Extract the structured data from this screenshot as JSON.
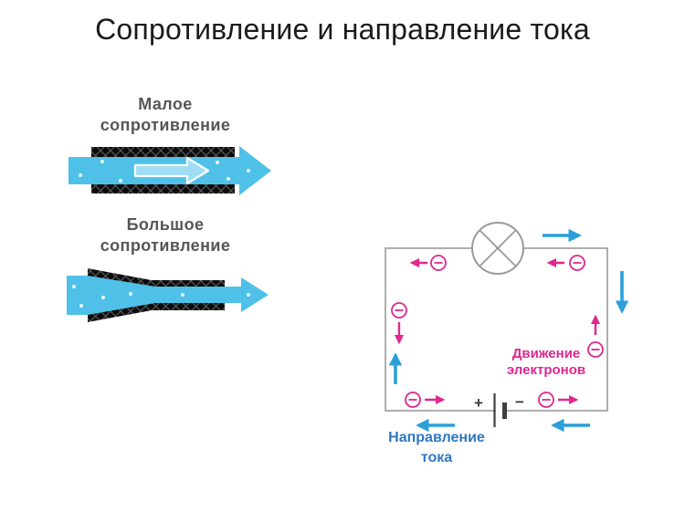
{
  "title": "Сопротивление и направление тока",
  "figures": {
    "small_resistance": {
      "line1": "Малое",
      "line2": "сопротивление"
    },
    "large_resistance": {
      "line1": "Большое",
      "line2": "сопротивление"
    }
  },
  "circuit": {
    "battery": {
      "plus": "+",
      "minus": "−"
    },
    "labels": {
      "electron_motion_line1": "Движение",
      "electron_motion_line2": "электронов",
      "current_direction_line1": "Направление",
      "current_direction_line2": "тока"
    }
  },
  "colors": {
    "pipe_blue": "#4fc1e9",
    "current_arrow_blue": "#2b9fd8",
    "electron_pink": "#e0268f",
    "wire_gray": "#9a9a9a",
    "pipe_label_gray": "#565656",
    "current_label_blue": "#2e78c2",
    "title_black": "#1b1b1b"
  }
}
